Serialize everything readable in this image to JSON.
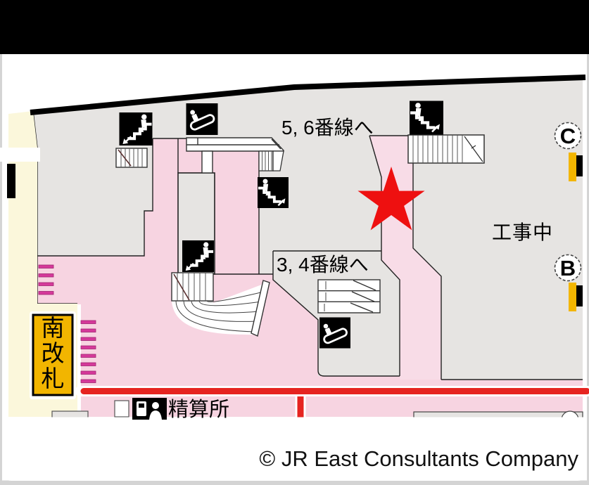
{
  "header": {
    "title": ""
  },
  "map": {
    "labels": {
      "to_tracks_56": "5, 6番線へ",
      "to_tracks_34": "3, 4番線へ",
      "under_construction": "工事中",
      "fare_adjustment_office": "精算所",
      "south_gate_chars": [
        "南",
        "改",
        "札"
      ],
      "exit_c": "C",
      "exit_b": "B"
    },
    "colors": {
      "concourse_gray": "#E6E4E2",
      "walkway_pink": "#F7D4E1",
      "corridor_pink": "#F8DCE7",
      "cream": "#FBF7DB",
      "gate_magenta": "#D5399A",
      "route_red": "#E62420",
      "star_red": "#EE1010",
      "sign_yellow": "#F2B500"
    },
    "icons": [
      "stairs-down-icon",
      "stairs-up-icon",
      "escalator-icon",
      "fare-adjustment-icon",
      "current-location-star"
    ]
  },
  "footer": {
    "copyright": "© JR East Consultants Company"
  }
}
